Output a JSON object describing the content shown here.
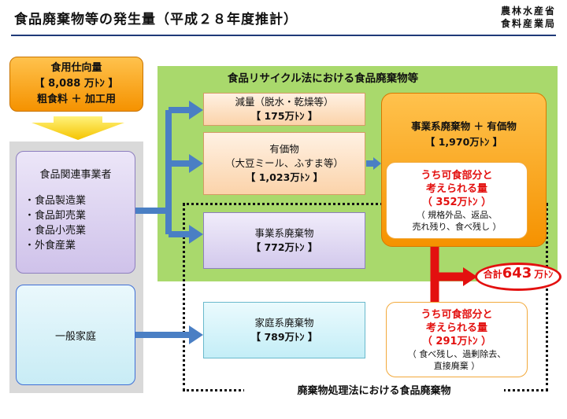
{
  "header": {
    "title": "食品廃棄物等の発生量（平成２８年度推計）",
    "ministry_line1": "農林水産省",
    "ministry_line2": "食料産業局"
  },
  "food_use": {
    "label": "食用仕向量",
    "amount": "【 8,088 万ﾄﾝ 】",
    "detail": "粗食料 ＋ 加工用"
  },
  "food_business": {
    "title": "食品関連事業者",
    "items": [
      "・食品製造業",
      "・食品卸売業",
      "・食品小売業",
      "・外食産業"
    ]
  },
  "household": {
    "label": "一般家庭"
  },
  "recycle_law": {
    "label": "食品リサイクル法における食品廃棄物等"
  },
  "reduction": {
    "label": "減量（脱水・乾燥等）",
    "amount": "【 175万ﾄﾝ 】"
  },
  "valuables": {
    "label": "有価物",
    "sub": "（大豆ミール、ふすま等）",
    "amount": "【 1,023万ﾄﾝ 】"
  },
  "business_waste": {
    "label": "事業系廃棄物",
    "amount": "【 772万ﾄﾝ 】"
  },
  "household_waste": {
    "label": "家庭系廃棄物",
    "amount": "【 789万ﾄﾝ 】"
  },
  "business_total": {
    "label": "事業系廃棄物 ＋ 有価物",
    "amount": "【 1,970万ﾄﾝ 】"
  },
  "edible_business": {
    "line1": "うち可食部分と",
    "line2": "考えられる量",
    "amount": "（ 352万ﾄﾝ ）",
    "note1": "（ 規格外品、返品、",
    "note2": "売れ残り、食べ残し ）"
  },
  "edible_household": {
    "line1": "うち可食部分と",
    "line2": "考えられる量",
    "amount": "（ 291万ﾄﾝ ）",
    "note1": "（ 食べ残し、過剰除去、",
    "note2": "直接廃棄 ）"
  },
  "total": {
    "prefix": "合計",
    "value": "643",
    "unit": "万ﾄﾝ"
  },
  "waste_law": {
    "label": "廃棄物処理法における食品廃棄物"
  },
  "colors": {
    "orange": "#f59200",
    "green": "#a9d96c",
    "red": "#e3100f",
    "arrow_blue": "#4a7fc4",
    "navy": "#1f3a78"
  }
}
